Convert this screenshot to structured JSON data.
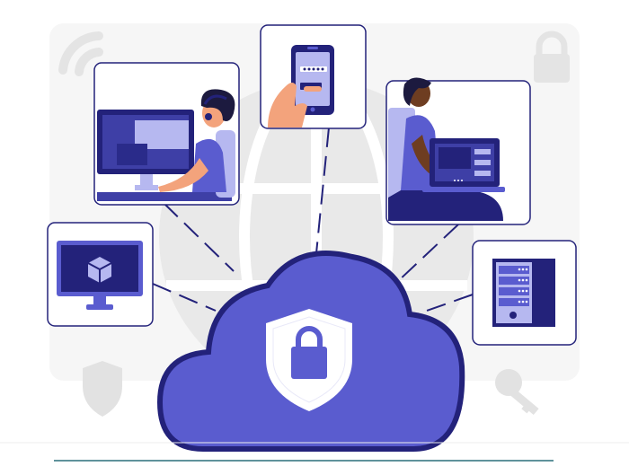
{
  "scene": {
    "colors": {
      "primary": "#5a5ccf",
      "dark": "#1f1d6b",
      "navy": "#23227a",
      "light": "#b6b8f0",
      "screen": "#3e3fa6",
      "bg_gray": "#f3f3f3",
      "line_gray": "#e0e0e0",
      "skin_light": "#f3a37c",
      "skin_dark": "#6e3d21",
      "hair": "#1c1a3f",
      "white": "#ffffff"
    },
    "nodes": [
      {
        "id": "desktop-user",
        "icon": "man-at-desktop-icon"
      },
      {
        "id": "mobile-login",
        "icon": "smartphone-password-icon"
      },
      {
        "id": "laptop-user",
        "icon": "woman-at-laptop-icon"
      },
      {
        "id": "monitor-cube",
        "icon": "monitor-cube-icon"
      },
      {
        "id": "server-rack",
        "icon": "server-rack-icon"
      }
    ],
    "center": {
      "icon": "cloud-shield-lock-icon"
    },
    "background_icons": [
      "wifi-icon",
      "padlock-icon",
      "globe-icon",
      "shield-icon",
      "key-icon"
    ]
  }
}
